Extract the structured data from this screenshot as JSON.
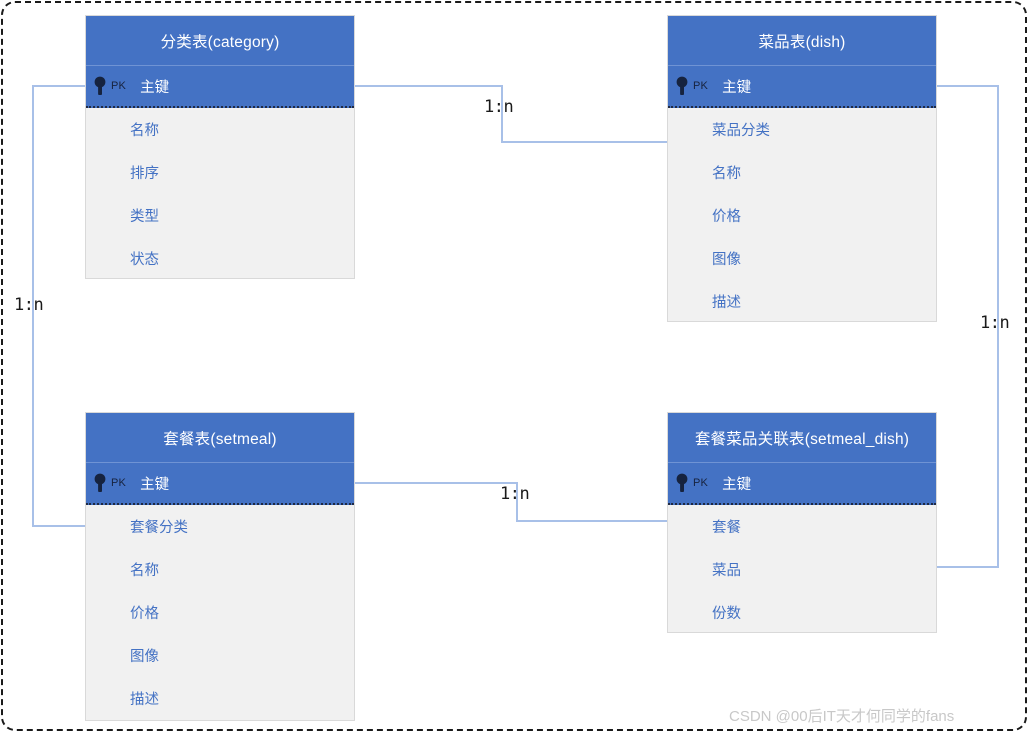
{
  "diagram": {
    "type": "er-diagram",
    "colors": {
      "header_blue": "#4472c4",
      "row_background": "#f1f1f1",
      "row_text": "#4472c4",
      "connector": "#a8c0e8",
      "frame": "#1a1a1a",
      "watermark": "#c8c8c8"
    },
    "entities": [
      {
        "id": "category",
        "title": "分类表(category)",
        "pk": {
          "tag": "PK",
          "label": "主键",
          "icon": "key-icon"
        },
        "fields": [
          "名称",
          "排序",
          "类型",
          "状态"
        ]
      },
      {
        "id": "dish",
        "title": "菜品表(dish)",
        "pk": {
          "tag": "PK",
          "label": "主键",
          "icon": "key-icon"
        },
        "fields": [
          "菜品分类",
          "名称",
          "价格",
          "图像",
          "描述"
        ]
      },
      {
        "id": "setmeal",
        "title": "套餐表(setmeal)",
        "pk": {
          "tag": "PK",
          "label": "主键",
          "icon": "key-icon"
        },
        "fields": [
          "套餐分类",
          "名称",
          "价格",
          "图像",
          "描述"
        ]
      },
      {
        "id": "setmeal_dish",
        "title": "套餐菜品关联表(setmeal_dish)",
        "pk": {
          "tag": "PK",
          "label": "主键",
          "icon": "key-icon"
        },
        "fields": [
          "套餐",
          "菜品",
          "份数"
        ]
      }
    ],
    "relationships": [
      {
        "id": "category-dish",
        "label": "1:n",
        "from": "category.主键",
        "to": "dish.菜品分类"
      },
      {
        "id": "category-setmeal",
        "label": "1:n",
        "from": "category.主键",
        "to": "setmeal.套餐分类"
      },
      {
        "id": "setmeal-setmeal_dish",
        "label": "1:n",
        "from": "setmeal.主键",
        "to": "setmeal_dish.套餐"
      },
      {
        "id": "dish-setmeal_dish",
        "label": "1:n",
        "from": "dish.主键",
        "to": "setmeal_dish.菜品"
      }
    ]
  },
  "watermark": "CSDN @00后IT天才何同学的fans"
}
